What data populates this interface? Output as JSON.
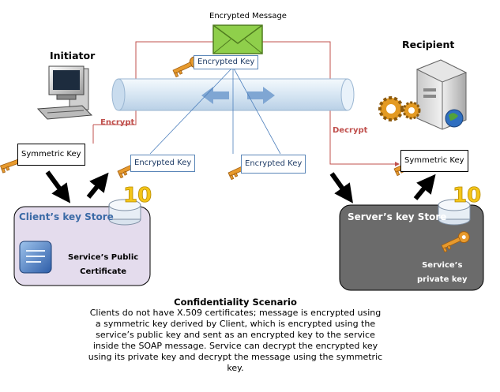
{
  "labels": {
    "encrypted_message": "Encrypted Message",
    "initiator": "Initiator",
    "recipient": "Recipient",
    "encrypt": "Encrypt",
    "decrypt": "Decrypt",
    "encrypted_key": "Encrypted Key",
    "symmetric_key_client": "Symmetric Key",
    "symmetric_key_server": "Symmetric Key",
    "clients_key_store": "Client’s key Store",
    "servers_key_store": "Server’s key Store",
    "service_public_cert": [
      "Service’s Public",
      "Certificate"
    ],
    "service_private_key": [
      "Service’s",
      "private key"
    ]
  },
  "caption": {
    "title": "Confidentiality Scenario",
    "lines": [
      "Clients do not have X.509 certificates; message is encrypted using",
      "a symmetric key derived by Client, which is encrypted using the",
      "service’s public key and sent as an encrypted key to the service",
      "inside the SOAP message. Service can decrypt the encrypted key",
      "using its private key and decrypt the message using the symmetric",
      "key."
    ]
  },
  "colors": {
    "client_store": "#e4dced",
    "server_store": "#6b6b6b",
    "tube": "#dce9f4",
    "key_gold": "#e79a2d",
    "encrypt_red": "#c0504d",
    "connector_blue": "#4f81bd",
    "envelope_green": "#8fcf4b"
  }
}
